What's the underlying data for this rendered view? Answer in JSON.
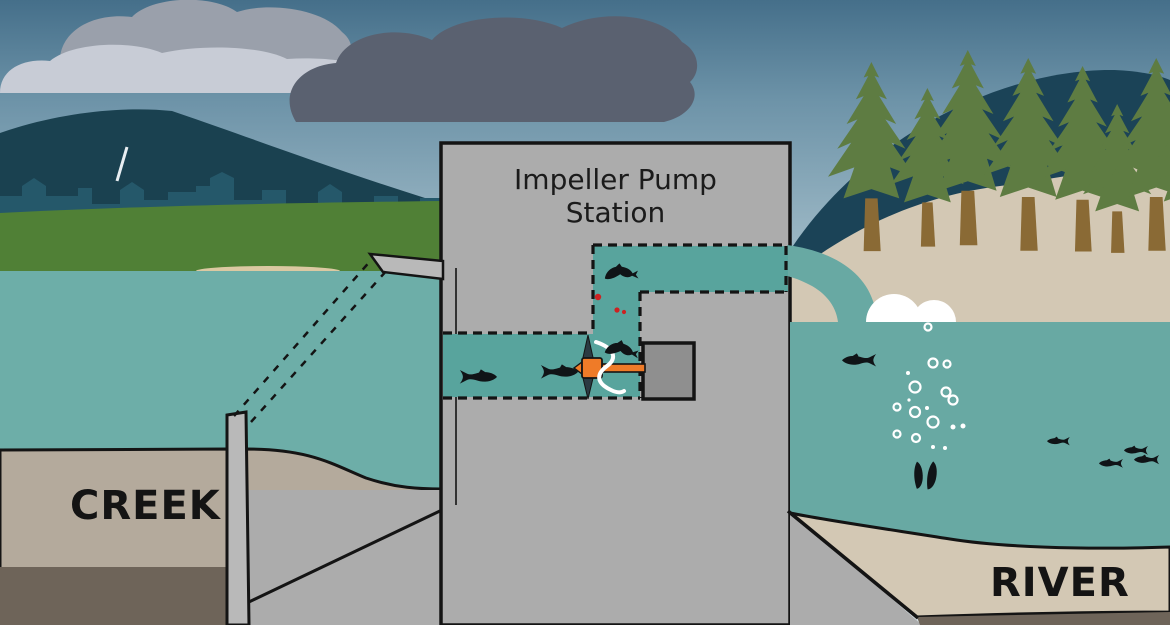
{
  "station": {
    "title": "Impeller Pump Station",
    "title_line1": "Impeller Pump",
    "title_line2": "Station"
  },
  "waterbodies": {
    "creek_label": "CREEK",
    "river_label": "RIVER"
  },
  "flow_path": [
    "creek",
    "intake-pipe",
    "impeller",
    "riser-pipe",
    "outfall",
    "river"
  ],
  "fish": {
    "entering_intake_pipe": 2,
    "injured_inside_station": 2,
    "blood_drops": 3,
    "fish_fragments_in_river": 2,
    "swimming_in_river": 5
  },
  "colors": {
    "creek_water": "#6daea8",
    "river_water": "#68a9a3",
    "pipe_water": "#58a49d",
    "concrete": "#acacac",
    "motor_gray": "#8f8f8f",
    "impeller_orange": "#ef7b28",
    "injury_red": "#cc2222",
    "creek_bank_tan": "#b4aa9c",
    "river_bank_tan": "#d3c8b4",
    "soil_dark": "#6e6459",
    "grass_green": "#508036",
    "mountain_navy": "#1a4150",
    "hill_navy": "#1b4357",
    "tree_green": "#5e7c42",
    "trunk_brown": "#8a6a35",
    "cloud_light": "#c8ccd6",
    "cloud_medium": "#9aa0ab",
    "cloud_dark": "#5a6170"
  }
}
